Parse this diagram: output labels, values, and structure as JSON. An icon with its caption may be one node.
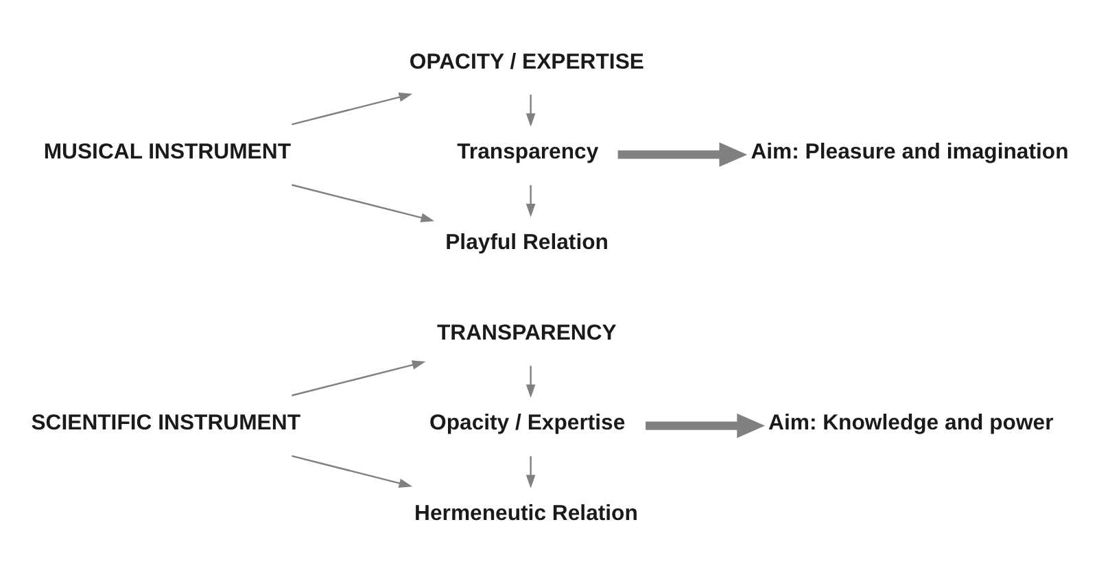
{
  "diagram": {
    "nodes": [
      {
        "text": [
          "SCIENTIFIC INSTRUMENT"
        ]
      },
      {
        "text": [
          "TRANSPARENCY"
        ]
      },
      {
        "text": [
          "Opacity / Expertise"
        ]
      },
      {
        "text": [
          "Hermeneutic Relation"
        ]
      },
      {
        "text": [
          "Aim: Knowledge and power"
        ]
      },
      {
        "text": [
          "MUSICAL INSTRUMENT"
        ]
      },
      {
        "text": [
          "OPACITY / EXPERTISE"
        ]
      },
      {
        "text": [
          "Transparency"
        ]
      },
      {
        "text": [
          "Playful Relation"
        ]
      },
      {
        "text": [
          "Aim: Pleasure and imagination"
        ]
      }
    ],
    "edges": [
      {
        "from": 0,
        "to": 1,
        "arrow": "to"
      },
      {
        "from": 0,
        "to": 3,
        "arrow": "to"
      },
      {
        "from": 1,
        "to": 2,
        "arrow": "to"
      },
      {
        "from": 2,
        "to": 3,
        "arrow": "to"
      },
      {
        "from": 2,
        "to": 4,
        "arrow": "to",
        "style": "thick"
      },
      {
        "from": 5,
        "to": 6,
        "arrow": "to"
      },
      {
        "from": 5,
        "to": 8,
        "arrow": "to"
      },
      {
        "from": 6,
        "to": 7,
        "arrow": "to"
      },
      {
        "from": 7,
        "to": 8,
        "arrow": "to"
      },
      {
        "from": 7,
        "to": 9,
        "arrow": "to",
        "style": "thick"
      }
    ]
  }
}
